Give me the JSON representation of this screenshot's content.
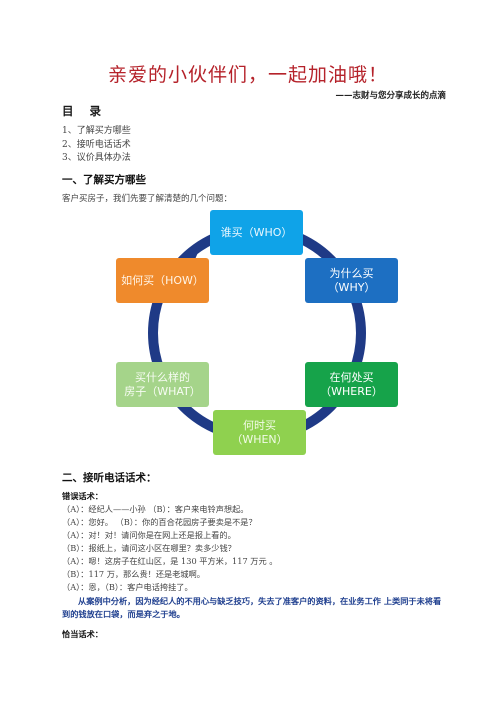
{
  "document": {
    "title": "亲爱的小伙伴们，一起加油哦！",
    "subtitle": "——志财与您分享成长的点滴",
    "toc_heading": "目 录",
    "toc_items": [
      "1、了解买方哪些",
      "2、接听电话话术",
      "3、议价具体办法"
    ],
    "section1_heading": "一、了解买方哪些",
    "section1_intro": "客户买房子，我们先要了解清楚的几个问题：",
    "cycle": {
      "who_l1": "谁买（WHO）",
      "why_l1": "为什么买",
      "why_l2": "（WHY）",
      "where_l1": "在何处买",
      "where_l2": "（WHERE）",
      "when_l1": "何时买",
      "when_l2": "（WHEN）",
      "what_l1": "买什么样的",
      "what_l2": "房子（WHAT）",
      "how_l1": "如何买（HOW）"
    },
    "section2_heading": "二、接听电话话术：",
    "wrong_label": "错误话术：",
    "dialogue": [
      "（A）：经纪人——小孙        （B）：客户来电铃声想起。",
      "（A）：您好。     （B）：你的百合花园房子要卖是不是？",
      "（A）：对！对！请问你是在网上还是报上看的。",
      "（B）：报纸上，请问这小区在哪里？卖多少钱？",
      "（A）：嗯！这房子在红山区，是 130 平方米，117 万元 。",
      "（B）：117 万，那么贵！还是老城啊。",
      "（A）：恩，（B）：客户电话挎挂了。"
    ],
    "analysis_l1": "从案例中分析，因为经纪人的不用心与缺乏技巧，失去了准客户的资料，在业务工作",
    "analysis_l2": "上类同于未将看到的钱放在口袋，而是弃之于地。",
    "proper_label": "恰当话术："
  },
  "colors": {
    "title": "#b5222a",
    "cycle_ring": "#1f3a86",
    "who": "#0fa3e8",
    "why": "#1d6fc2",
    "where": "#16a34a",
    "when": "#8fd14f",
    "what": "#a5d48a",
    "how": "#ef8a2c",
    "analysis_text": "#1f3f8f"
  }
}
